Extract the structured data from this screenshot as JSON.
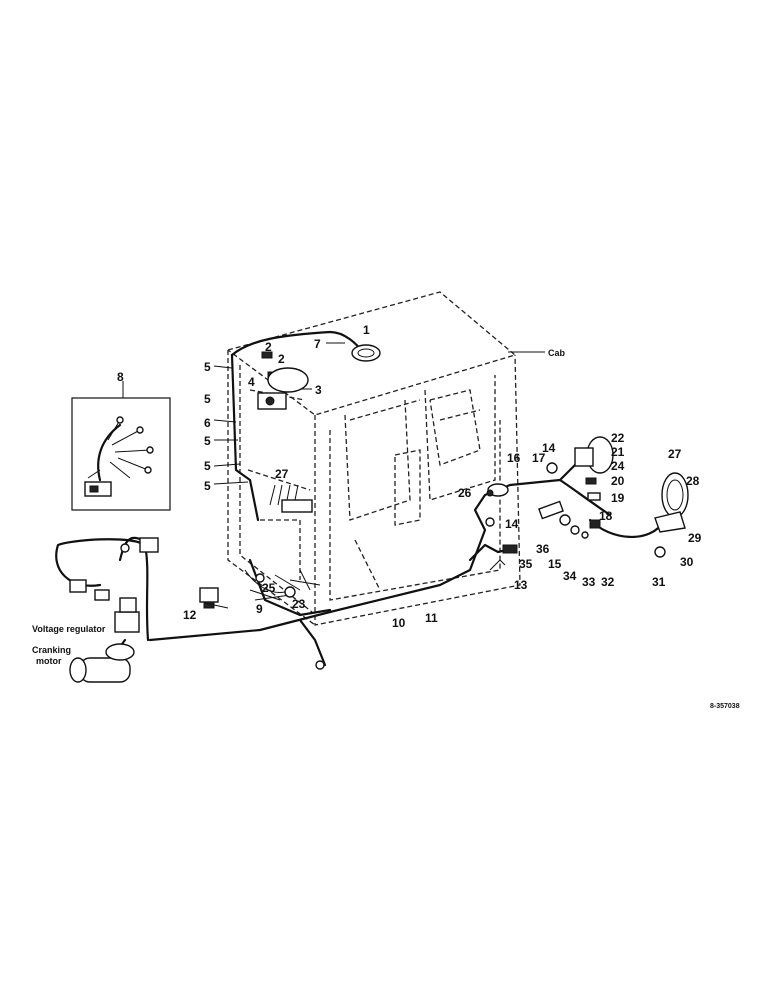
{
  "callouts": [
    "1",
    "2",
    "2",
    "3",
    "4",
    "5",
    "5",
    "5",
    "5",
    "5",
    "6",
    "7",
    "8",
    "9",
    "10",
    "11",
    "12",
    "13",
    "14",
    "14",
    "15",
    "16",
    "17",
    "18",
    "19",
    "20",
    "21",
    "22",
    "23",
    "24",
    "25",
    "26",
    "27",
    "27",
    "28",
    "29",
    "30",
    "31",
    "32",
    "33",
    "34",
    "35",
    "36"
  ],
  "labels": {
    "cab": "Cab",
    "voltage_regulator": "Voltage regulator",
    "cranking_line1": "Cranking",
    "cranking_line2": "motor",
    "figure_code": "8-357038"
  }
}
